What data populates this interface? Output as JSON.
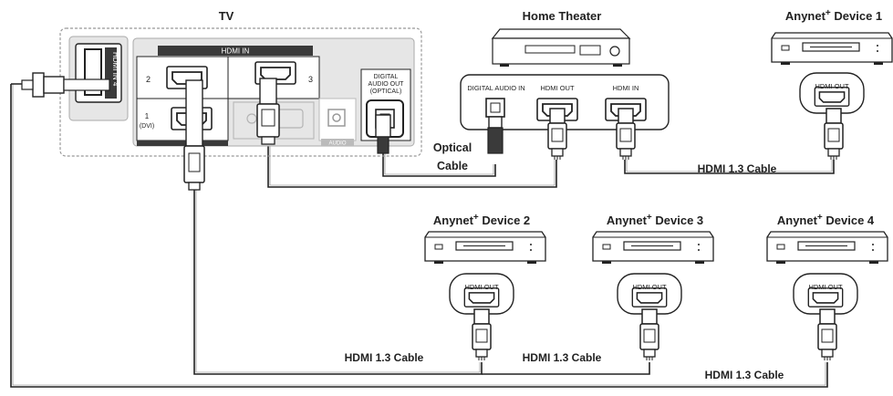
{
  "tv": {
    "title": "TV",
    "hdmi_in_header": "HDMI IN",
    "hdmi_in_4": "HDMI IN 4",
    "port_2": "2",
    "port_3": "3",
    "port_1_line1": "1",
    "port_1_line2": "(DVI)",
    "digital_audio_out_line1": "DIGITAL",
    "digital_audio_out_line2": "AUDIO OUT",
    "digital_audio_out_line3": "(OPTICAL)",
    "audio_label": "AUDIO"
  },
  "home_theater": {
    "title": "Home Theater",
    "digital_audio_in": "DIGITAL AUDIO IN",
    "hdmi_out": "HDMI OUT",
    "hdmi_in": "HDMI IN"
  },
  "devices": [
    {
      "name": "Anynet",
      "sup": "+",
      "suffix": " Device 1",
      "port": "HDMI OUT"
    },
    {
      "name": "Anynet",
      "sup": "+",
      "suffix": " Device 2",
      "port": "HDMI OUT"
    },
    {
      "name": "Anynet",
      "sup": "+",
      "suffix": " Device 3",
      "port": "HDMI OUT"
    },
    {
      "name": "Anynet",
      "sup": "+",
      "suffix": " Device 4",
      "port": "HDMI OUT"
    }
  ],
  "cables": {
    "optical_line1": "Optical",
    "optical_line2": "Cable",
    "hdmi_top": "HDMI 1.3 Cable",
    "hdmi_bottom_1": "HDMI 1.3 Cable",
    "hdmi_bottom_2": "HDMI 1.3 Cable",
    "hdmi_bottom_3": "HDMI 1.3 Cable"
  },
  "colors": {
    "line": "#222222",
    "panel": "#e6e6e6",
    "dark": "#3a3a3a",
    "dashed": "#999999"
  }
}
